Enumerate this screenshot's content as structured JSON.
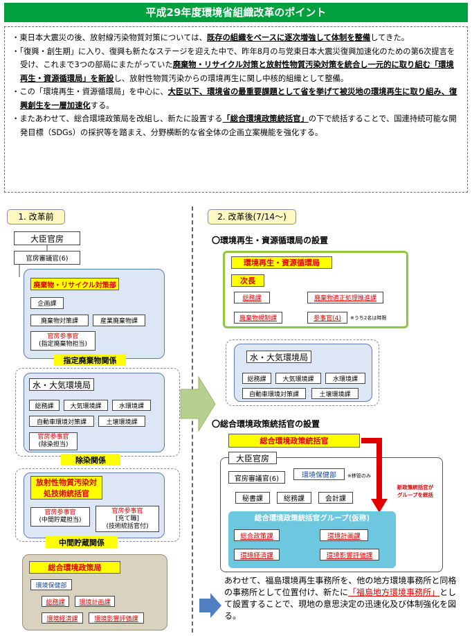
{
  "title": "平成29年度環境省組織改革のポイント",
  "summary": {
    "bullet": "・",
    "p1a": "東日本大震災の後、放射線汚染物質対策については、",
    "p1b": "既存の組織をベースに逐次増強して体制を整備",
    "p1c": "してきた。",
    "p2a": "「復興・創生期」に入り、復興も新たなステージを迎えた中で、昨年8月の与党東日本大震災復興加速化のための第6次提言を受け、これまで3つの部局にまたがっていた",
    "p2b": "廃棄物・リサイクル対策と放射性物質汚染対策を統合し一元的に取り組む「環境再生・資源循環局」を新設",
    "p2c": "し、放射性物質汚染からの環境再生に関し中核的組織として整備。",
    "p3a": "この「環境再生・資源循環局」を中心に、",
    "p3b": "大臣以下、環境省の最重要課題として省を挙げて被災地の環境再生に取り組み、復興創生を一層加速化",
    "p3c": "する。",
    "p4a": "またあわせて、総合環境政策局を改組し、新たに設置する",
    "p4b": "「総合環境政策統括官」",
    "p4c": "の下で統括することで、国連持続可能な開発目標（SDGs）の採択等を踏まえ、分野横断的な省全体の企画立案機能を強化する。"
  },
  "before": {
    "header": "1. 改革前",
    "minister_secretariat": "大臣官房",
    "councilor": "官房審議官(6)",
    "waste_dept": "廃棄物・リサイクル対策部",
    "planning": "企画課",
    "waste_measures": "廃棄物対策課",
    "industrial_waste": "産業廃棄物課",
    "secretariat_counselor_1": "官房参事官",
    "designated_waste_charge": "(指定廃棄物担当)",
    "band_designated": "指定廃棄物関係",
    "water_air_bureau": "水・大気環境局",
    "general_affairs": "総務課",
    "air_env": "大気環境課",
    "water_env": "水環境課",
    "vehicle_env": "自動車環境対策課",
    "soil_env": "土壌環境課",
    "secretariat_counselor_2": "官房参事官",
    "decontam_charge": "(除染担当)",
    "band_decontam": "除染関係",
    "radio_director": "放射性物質汚染対処技術統括官",
    "secretariat_counselor_3": "官房参事官",
    "interim_storage_charge": "(中間貯蔵担当)",
    "counselor_concurrent": "官房参事官",
    "concurrent": "[充て職]",
    "tech_director_office": "(技術統括官付)",
    "band_interim": "中間貯蔵関係",
    "policy_bureau": "総合環境政策局",
    "env_health": "環境保健部",
    "policy_general": "総務課",
    "env_planning": "環境計画課",
    "env_economy": "環境経済課",
    "env_impact": "環境影響評価課"
  },
  "after": {
    "header": "2. 改革後(7/14〜)",
    "section1_title": "〇環境再生・資源循環局の設置",
    "new_bureau": "環境再生・資源循環局",
    "deputy": "次長",
    "gen_affairs": "総務課",
    "proper_disposal": "廃棄物適正処理推進課",
    "waste_regulation": "廃棄物規制課",
    "counselor4": "参事官(4)",
    "counselor_note": "※うち2名は時限",
    "water_air_bureau": "水・大気環境局",
    "general_affairs": "総務課",
    "air_env": "大気環境課",
    "water_env": "水環境課",
    "vehicle_env": "自動車環境対策課",
    "soil_env": "土壌環境課",
    "section2_title": "〇総合環境政策統括官の設置",
    "policy_director": "総合環境政策統括官",
    "minister_secretariat": "大臣官房",
    "councilor": "官房審議官(6)",
    "env_health": "環境保健部",
    "transfer_note": "※移管のみ",
    "secretary_div": "秘書課",
    "general_div": "総務課",
    "accounting_div": "会計課",
    "arrow_note_1": "新政策統括官が",
    "arrow_note_2": "グループを統括",
    "group_title": "総合環境政策統括官グループ(仮称)",
    "policy_div": "総合政策課",
    "env_planning": "環境計画課",
    "env_economy": "環境経済課",
    "env_impact": "環境影響評価課",
    "fukushima_a": "あわせて、福島環境再生事務所を、他の地方環境事務所と同格の事務所として位置付け、新たに",
    "fukushima_b": "「福島地方環境事務所」",
    "fukushima_c": "として設置することで、現地の意思決定の迅速化及び体制強化を図る。"
  },
  "colors": {
    "title_green": "#00a03e",
    "accent_red": "#e00000",
    "highlight_yellow": "#ffff00",
    "panel_blue": "#dce6f5",
    "panel_brown": "#d9d2c0",
    "group_cyan": "#6cc7df",
    "arrow_green": "#b7cf8f",
    "arrow_blue": "#4f7fc2"
  }
}
